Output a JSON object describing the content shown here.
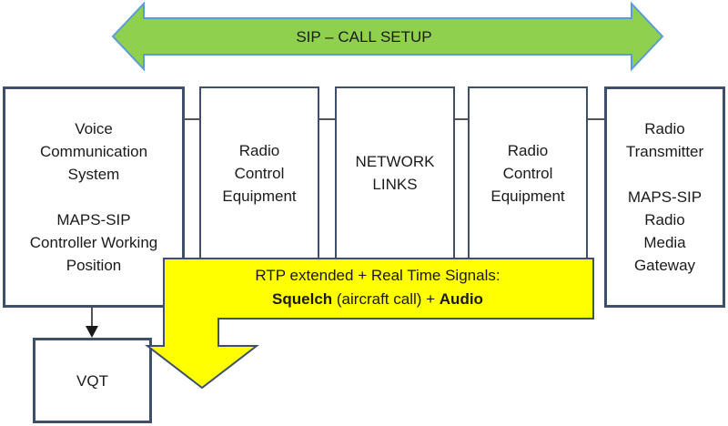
{
  "colors": {
    "sip_arrow_fill": "#8fd14f",
    "sip_arrow_stroke": "#5b9bd5",
    "rtp_arrow_fill": "#ffff00",
    "rtp_arrow_stroke": "#3e5069",
    "box_border": "#3e5069",
    "connector": "#1a1a1a"
  },
  "sip_arrow": {
    "label": "SIP – CALL SETUP",
    "direction": "bidirectional"
  },
  "boxes": {
    "vcs": {
      "lines": [
        "Voice",
        "Communication",
        "System",
        "",
        "MAPS-SIP",
        "Controller Working",
        "Position"
      ]
    },
    "rce_left": {
      "lines": [
        "Radio",
        "Control",
        "Equipment"
      ]
    },
    "network": {
      "lines": [
        "NETWORK",
        "LINKS"
      ]
    },
    "rce_right": {
      "lines": [
        "Radio",
        "Control",
        "Equipment"
      ]
    },
    "radio_tx": {
      "lines": [
        "Radio",
        "Transmitter",
        "",
        "MAPS-SIP",
        "Radio",
        "Media",
        "Gateway"
      ]
    },
    "vqt": {
      "lines": [
        "VQT"
      ]
    }
  },
  "rtp_arrow": {
    "line1": "RTP extended + Real Time Signals:",
    "line2_bold_a": "Squelch",
    "line2_mid": " (aircraft call) + ",
    "line2_bold_b": "Audio"
  },
  "icons": [
    "double-headed-arrow-icon",
    "bent-arrow-icon",
    "down-arrow-icon"
  ]
}
